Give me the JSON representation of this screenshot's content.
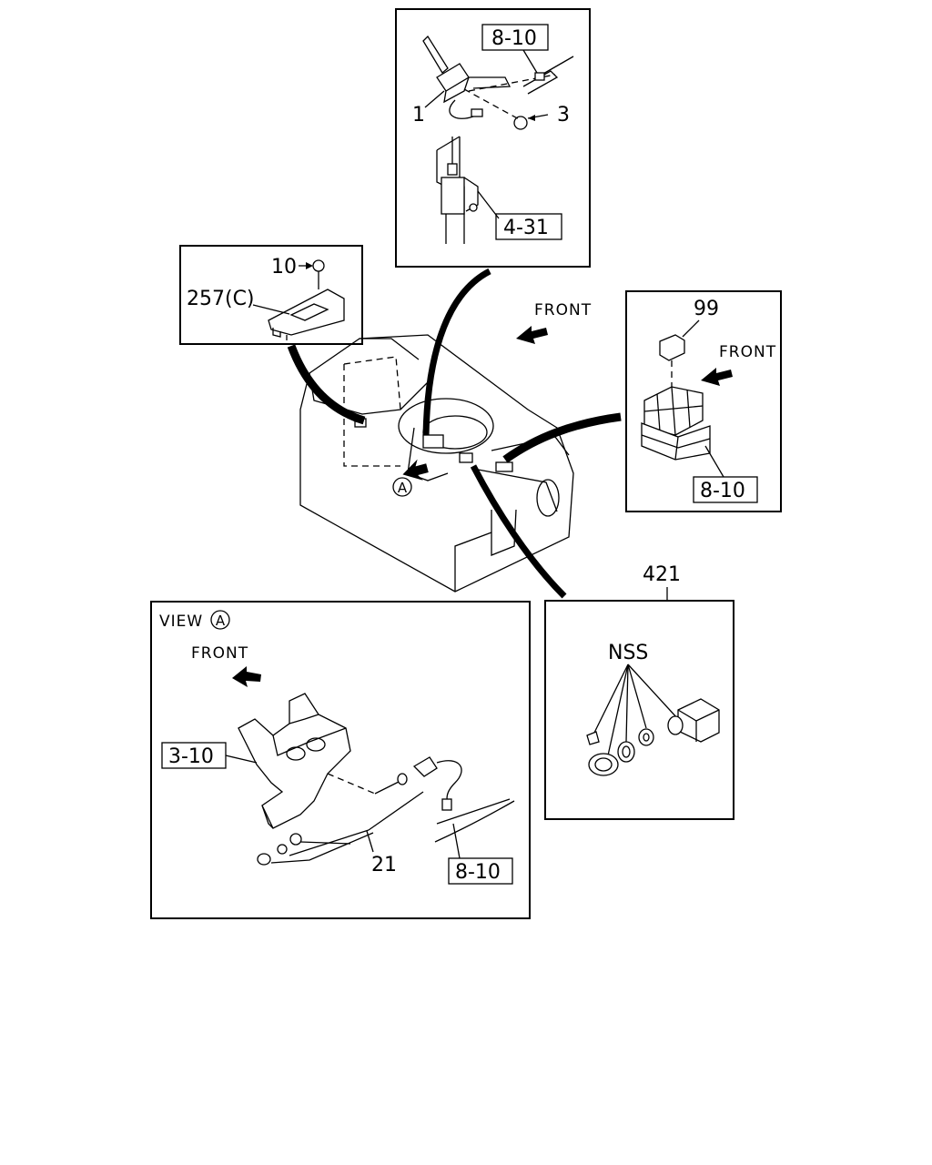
{
  "labels": {
    "ref_8_10_top": "8-10",
    "part_1": "1",
    "part_3": "3",
    "ref_4_31": "4-31",
    "part_10": "10",
    "part_257c": "257(C)",
    "front_center": "FRONT",
    "part_99": "99",
    "front_right": "FRONT",
    "ref_8_10_right": "8-10",
    "view_marker": "A",
    "part_421": "421",
    "nss": "NSS",
    "view_title": "VIEW",
    "view_title_marker": "A",
    "front_view": "FRONT",
    "ref_3_10": "3-10",
    "part_21": "21",
    "ref_8_10_bottom": "8-10"
  },
  "icons": [
    "front-arrow-icon",
    "view-marker-a-icon",
    "leader-arrow-icon"
  ]
}
